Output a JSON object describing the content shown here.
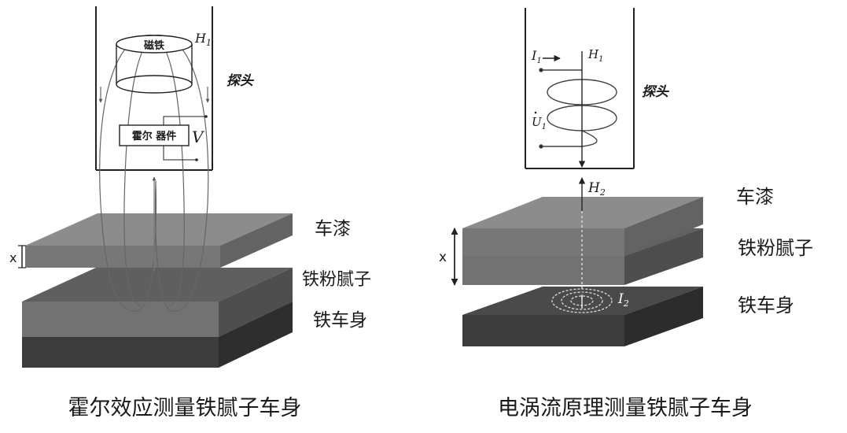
{
  "left_panel": {
    "magnet_label": "磁铁",
    "field_label": "H",
    "field_sub": "1",
    "probe_label": "探头",
    "hall_device_label": "霍尔  器件",
    "voltage_label": "V",
    "paint_label": "车漆",
    "putty_label": "铁粉腻子",
    "body_label": "铁车身",
    "gap_label": "x",
    "caption": "霍尔效应测量铁腻子车身"
  },
  "right_panel": {
    "current_label": "I",
    "current_sub": "1",
    "field_label": "H",
    "field_sub": "1",
    "voltage_label": "U",
    "voltage_sub": "1",
    "probe_label": "探头",
    "induced_field_label": "H",
    "induced_field_sub": "2",
    "paint_label": "车漆",
    "putty_label": "铁粉腻子",
    "body_label": "铁车身",
    "gap_label": "x",
    "eddy_label": "I",
    "eddy_sub": "2",
    "caption": "电涡流原理测量铁腻子车身"
  },
  "colors": {
    "paint_top": "#8c8c8c",
    "paint_front": "#777777",
    "putty_top": "#5f5f5f",
    "putty_front": "#727272",
    "body_top": "#444444",
    "body_front": "#3c3c3c"
  }
}
